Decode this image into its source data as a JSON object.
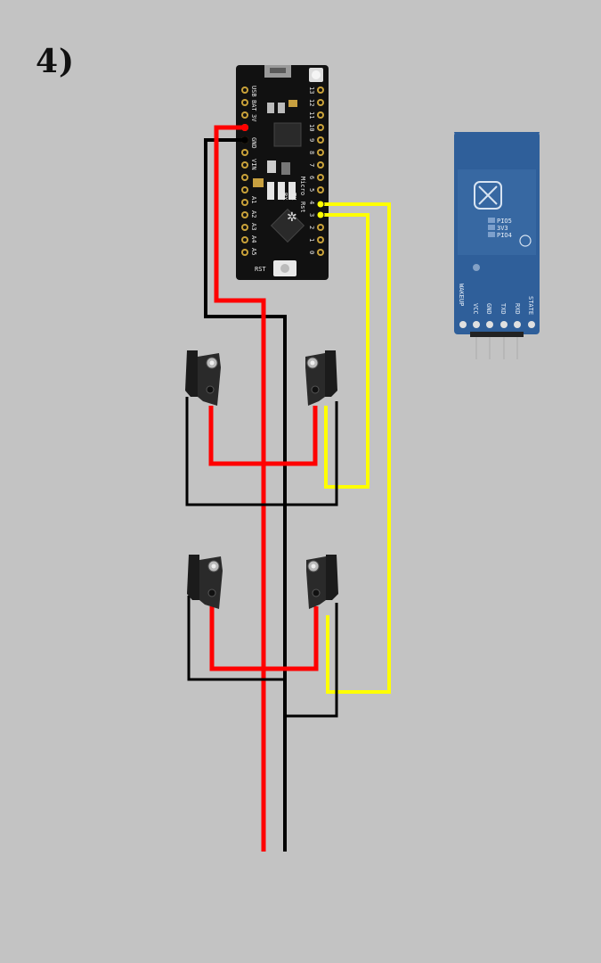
{
  "step_label": "4)",
  "microcontroller": {
    "left_pins": [
      "USB",
      "BAT",
      "3V",
      "GND",
      "VIN",
      "A1",
      "A2",
      "A3",
      "A4",
      "A5"
    ],
    "right_pins": [
      "13",
      "12",
      "11",
      "10",
      "9",
      "8",
      "7",
      "6",
      "5",
      "4",
      "3",
      "2",
      "1",
      "0"
    ],
    "board_marks": [
      "RX",
      "TX",
      "Micro",
      "Rst"
    ],
    "reset_label": "RST"
  },
  "bluetooth_module": {
    "chip_labels": [
      "PIO5",
      "3V3",
      "PIO4"
    ],
    "pin_labels": [
      "WAKEUP",
      "VCC",
      "GND",
      "TXD",
      "RXD",
      "STATE"
    ]
  },
  "wire_colors": {
    "power": "#ff0000",
    "ground": "#000000",
    "signal": "#ffff00"
  },
  "colors": {
    "background": "#c3c3c3",
    "board": "#111111",
    "bluetooth_pcb": "#2f5f9a"
  }
}
